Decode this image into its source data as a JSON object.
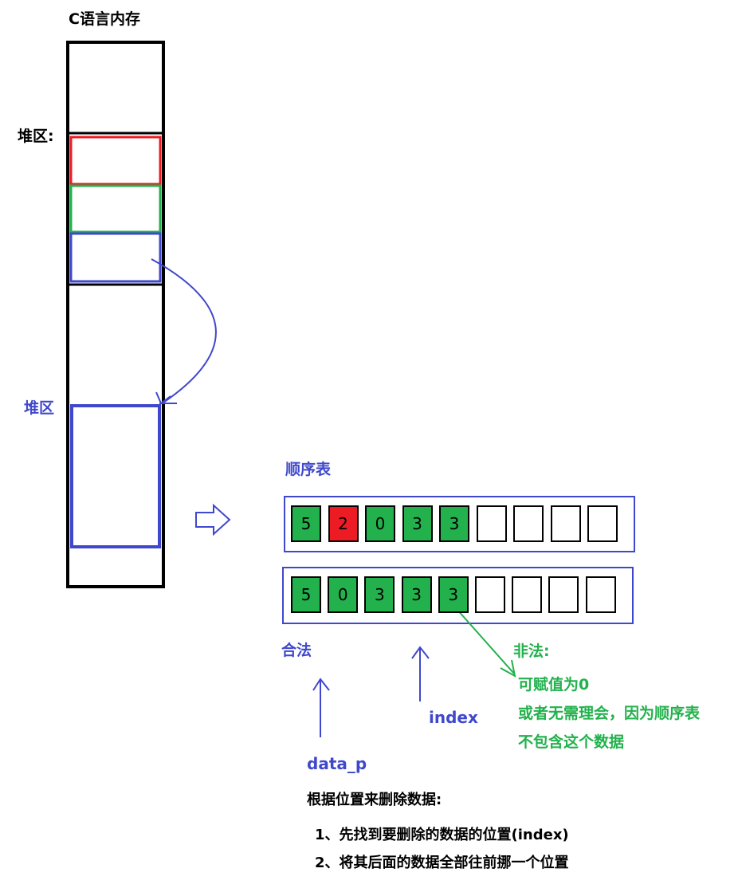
{
  "memory": {
    "title": "C语言内存",
    "heap_label_1": "堆区:",
    "heap_label_2": "堆区"
  },
  "seq_table": {
    "title": "顺序表",
    "row1": [
      {
        "value": "5",
        "fill": "green"
      },
      {
        "value": "2",
        "fill": "red"
      },
      {
        "value": "0",
        "fill": "green"
      },
      {
        "value": "3",
        "fill": "green"
      },
      {
        "value": "3",
        "fill": "green"
      },
      {
        "value": "",
        "fill": "empty"
      },
      {
        "value": "",
        "fill": "empty"
      },
      {
        "value": "",
        "fill": "empty"
      },
      {
        "value": "",
        "fill": "empty"
      }
    ],
    "row2": [
      {
        "value": "5",
        "fill": "green"
      },
      {
        "value": "0",
        "fill": "green"
      },
      {
        "value": "3",
        "fill": "green"
      },
      {
        "value": "3",
        "fill": "green"
      },
      {
        "value": "3",
        "fill": "green"
      },
      {
        "value": "",
        "fill": "empty"
      },
      {
        "value": "",
        "fill": "empty"
      },
      {
        "value": "",
        "fill": "empty"
      },
      {
        "value": "",
        "fill": "empty"
      }
    ]
  },
  "labels": {
    "legal": "合法",
    "illegal": "非法:",
    "index": "index",
    "data_p": "data_p",
    "illegal_note_1": "可赋值为0",
    "illegal_note_2": "或者无需理会，因为顺序表",
    "illegal_note_3": "不包含这个数据"
  },
  "steps": {
    "heading": "根据位置来删除数据:",
    "step1": "1、先找到要删除的数据的位置(index)",
    "step2": "2、将其后面的数据全部往前挪一个位置"
  },
  "colors": {
    "blue": "#3f48cc",
    "green": "#22b14c",
    "red": "#ed1c24",
    "black": "#000000"
  }
}
